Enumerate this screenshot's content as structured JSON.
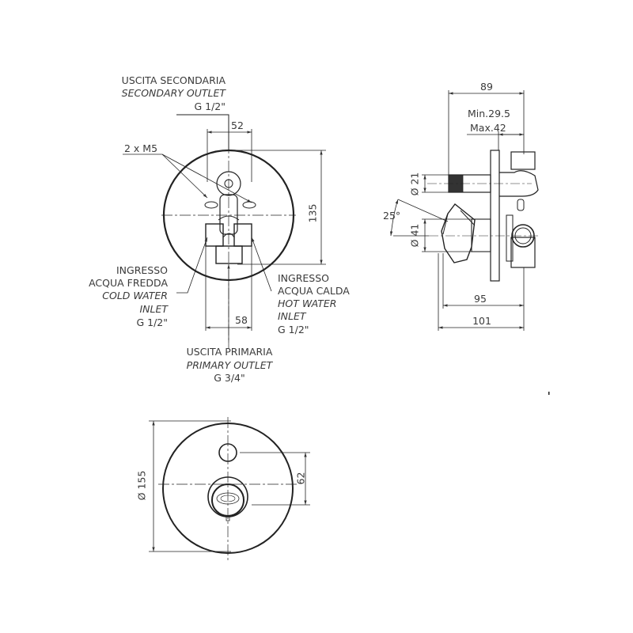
{
  "front_view": {
    "secondary_outlet": {
      "label_it": "USCITA SECONDARIA",
      "label_en": "SECONDARY OUTLET",
      "size": "G 1/2\""
    },
    "screws": "2 x M5",
    "dim_width_top": "52",
    "dim_height": "135",
    "dim_width_bottom": "58",
    "cold_inlet": {
      "label_it_1": "INGRESSO",
      "label_it_2": "ACQUA FREDDA",
      "label_en_1": "COLD WATER",
      "label_en_2": "INLET",
      "size": "G 1/2\""
    },
    "hot_inlet": {
      "label_it_1": "INGRESSO",
      "label_it_2": "ACQUA CALDA",
      "label_en_1": "HOT WATER",
      "label_en_2": "INLET",
      "size": "G 1/2\""
    },
    "primary_outlet": {
      "label_it": "USCITA PRIMARIA",
      "label_en": "PRIMARY OUTLET",
      "size": "G 3/4\""
    }
  },
  "side_view": {
    "dim_overall_depth": "89",
    "dim_min": "Min.29.5",
    "dim_max": "Max.42",
    "dim_diameter_small": "Ø 21",
    "dim_angle": "25°",
    "dim_diameter_large": "Ø 41",
    "dim_depth_95": "95",
    "dim_depth_101": "101"
  },
  "plate_view": {
    "dim_diameter": "Ø 155",
    "dim_spacing": "62"
  }
}
